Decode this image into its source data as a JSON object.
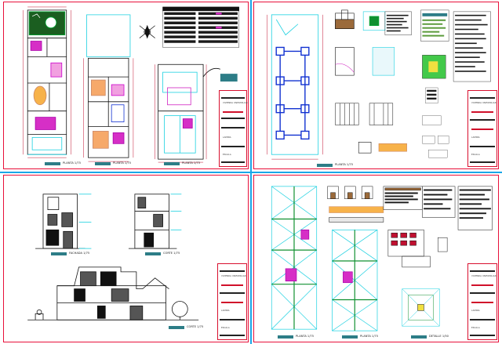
{
  "colors": {
    "sheet_border": "#e8103a",
    "divider": "#1aa7e8",
    "plan_lines": "#111111",
    "dimension": "#c01030",
    "cyan": "#19d0e0",
    "magenta": "#d020c0",
    "green": "#109030",
    "blue": "#1030d0",
    "brown": "#8b5a2b",
    "title_teal": "#2d7d87"
  },
  "sheets": [
    {
      "id": "s1",
      "captions": [
        "PLANTA  1/75",
        "PLANTA  1/75",
        "PLANTA  1/75"
      ]
    },
    {
      "id": "s2",
      "captions": [
        "PLANTA  1/75"
      ]
    },
    {
      "id": "s3",
      "captions": [
        "FACHADA  1/75",
        "CORTE  1/75",
        "CORTE  1/75"
      ]
    },
    {
      "id": "s4",
      "captions": [
        "PLANTA  1/75",
        "PLANTA  1/75",
        "DETALLE  1/50"
      ]
    }
  ],
  "title_block": {
    "project": "VIVIENDA UNIFAMILIAR",
    "sheet_label": "LAMINA",
    "scale_label": "ESCALA"
  }
}
